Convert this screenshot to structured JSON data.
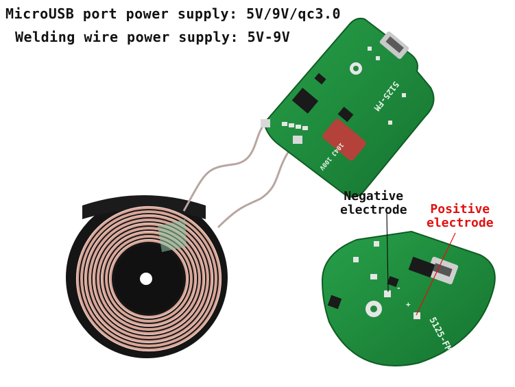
{
  "captions": {
    "line1": "MicroUSB port power supply: 5V/9V/qc3.0",
    "line2": "Welding wire power supply: 5V-9V"
  },
  "labels": {
    "negative_line1": "Negative",
    "negative_line2": "electrode",
    "positive_line1": "Positive",
    "positive_line2": "electrode"
  },
  "board_markings": {
    "model": "5125-FM",
    "capacitor": "104J 100V",
    "pad_plus": "+",
    "pad_minus": "-"
  },
  "colors": {
    "pcb_green": "#1f8a3c",
    "copper_coil": "#d9a99a",
    "coil_backing": "#141414",
    "capacitor": "#b4423a",
    "positive_label": "#e01010"
  }
}
